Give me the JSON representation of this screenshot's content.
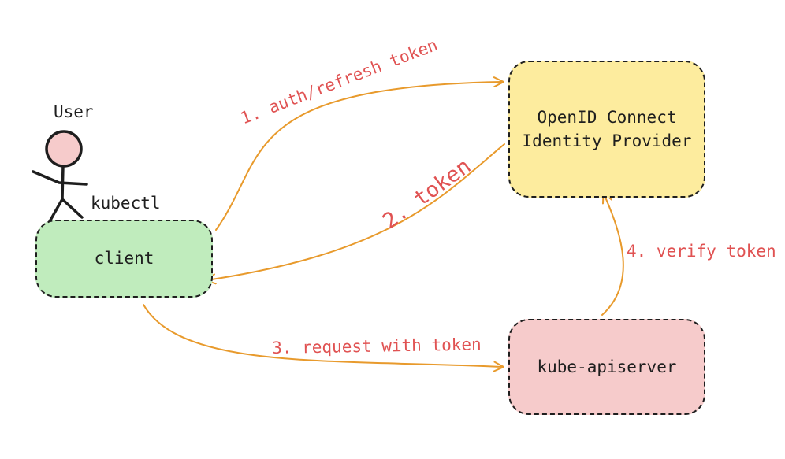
{
  "user": {
    "label": "User",
    "tool_label": "kubectl"
  },
  "nodes": {
    "client": "client",
    "oidc": "OpenID Connect\nIdentity Provider",
    "apiserver": "kube-apiserver"
  },
  "edges": {
    "auth": "1. auth/refresh token",
    "token": "2. token",
    "request": "3. request with token",
    "verify": "4. verify token"
  },
  "colors": {
    "arrow": "#e89a2c",
    "label": "#e05252",
    "client_fill": "#c0ecbd",
    "oidc_fill": "#fdec9e",
    "apiserver_fill": "#f6cbcb",
    "user_head": "#f6cbcb"
  }
}
